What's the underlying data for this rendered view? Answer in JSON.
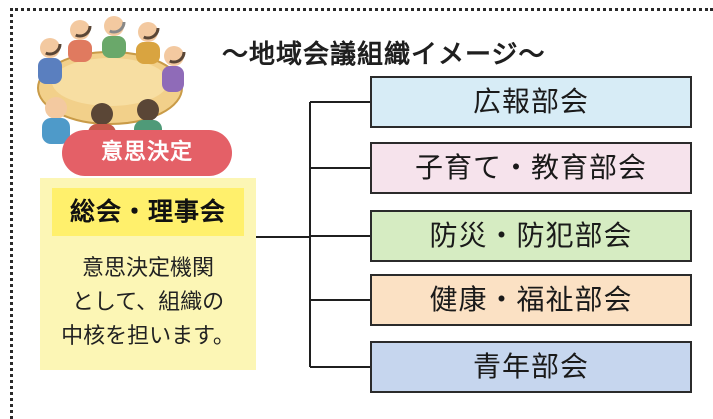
{
  "title": "～地域会議組織イメージ～",
  "decision_badge": "意思決定",
  "main": {
    "name": "総会・理事会",
    "description_lines": [
      "意思決定機関",
      "として、組織の",
      "中核を担います。"
    ]
  },
  "departments": [
    {
      "label": "広報部会",
      "color": "#d7ecf6"
    },
    {
      "label": "子育て・教育部会",
      "color": "#f6e3ec"
    },
    {
      "label": "防災・防犯部会",
      "color": "#d6ecc2"
    },
    {
      "label": "健康・福祉部会",
      "color": "#fbe1c4"
    },
    {
      "label": "青年部会",
      "color": "#c6d6ee"
    }
  ],
  "illustration": "meeting-people-illustration",
  "colors": {
    "badge": "#e46067",
    "main_box": "#fcf6b5",
    "main_title_box": "#fff06c",
    "line": "#1f1f1f"
  }
}
